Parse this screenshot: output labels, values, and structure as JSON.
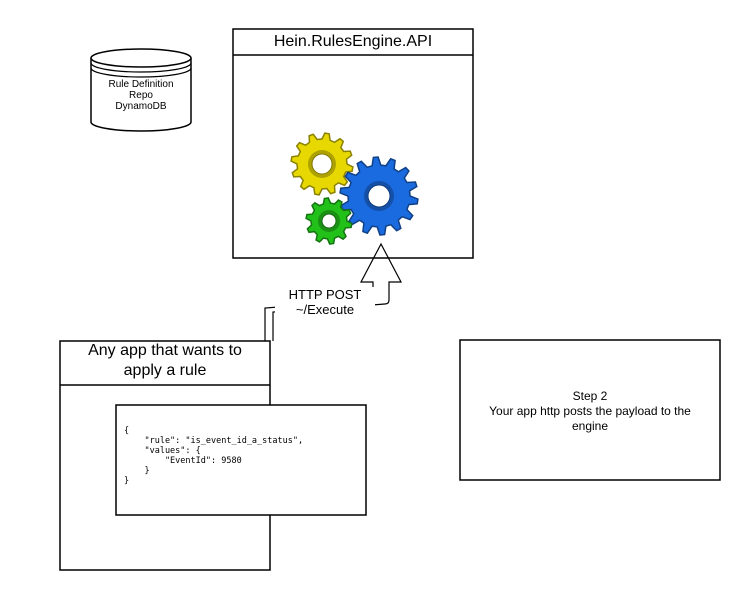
{
  "database": {
    "line1": "Rule Definition",
    "line2": "Repo",
    "line3": "DynamoDB"
  },
  "api_box": {
    "title": "Hein.RulesEngine.API"
  },
  "gears": {
    "icon": "gears-icon",
    "colors": {
      "yellow": "#e6d800",
      "blue": "#1a6be0",
      "green": "#22c11a"
    }
  },
  "arrow": {
    "line1": "HTTP POST",
    "line2": "~/Execute"
  },
  "app_box": {
    "title_line1": "Any app that wants to",
    "title_line2": "apply a rule"
  },
  "payload": {
    "lines": [
      "{",
      "    \"rule\": \"is_event_id_a_status\",",
      "    \"values\": {",
      "        \"EventId\": 9580",
      "    }",
      "}"
    ]
  },
  "step": {
    "line1": "Step 2",
    "line2": "Your app http posts the payload to the",
    "line3": "engine"
  }
}
